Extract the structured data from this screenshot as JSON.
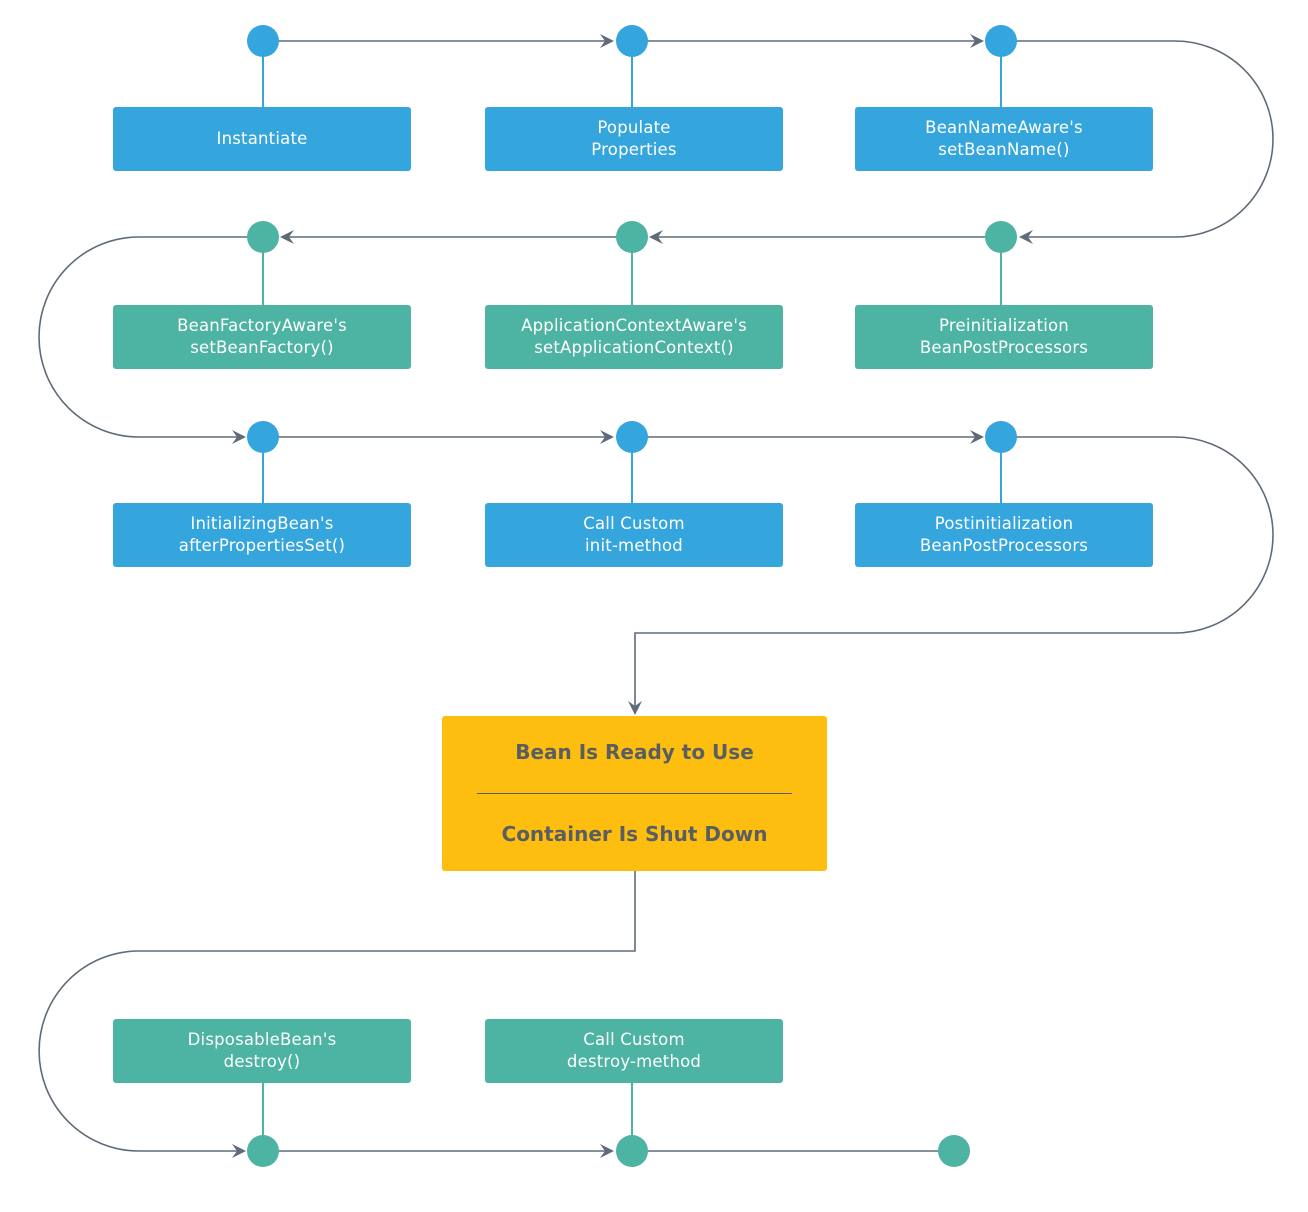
{
  "colors": {
    "blue": "#35a5dd",
    "green": "#4db3a2",
    "yellow": "#fdbe10",
    "line": "#5f6b78"
  },
  "steps": {
    "instantiate": [
      "Instantiate"
    ],
    "populate": [
      "Populate",
      "Properties"
    ],
    "bean_name_aware": [
      "BeanNameAware's",
      "setBeanName()"
    ],
    "bean_factory_aware": [
      "BeanFactoryAware's",
      "setBeanFactory()"
    ],
    "app_context_aware": [
      "ApplicationContextAware's",
      "setApplicationContext()"
    ],
    "preinit": [
      "Preinitialization",
      "BeanPostProcessors"
    ],
    "initializing_bean": [
      "InitializingBean's",
      "afterPropertiesSet()"
    ],
    "custom_init": [
      "Call Custom",
      "init-method"
    ],
    "postinit": [
      "Postinitialization",
      "BeanPostProcessors"
    ],
    "disposable_bean": [
      "DisposableBean's",
      "destroy()"
    ],
    "custom_destroy": [
      "Call Custom",
      "destroy-method"
    ]
  },
  "ready": {
    "title": "Bean Is Ready to Use",
    "shutdown": "Container Is Shut Down"
  }
}
